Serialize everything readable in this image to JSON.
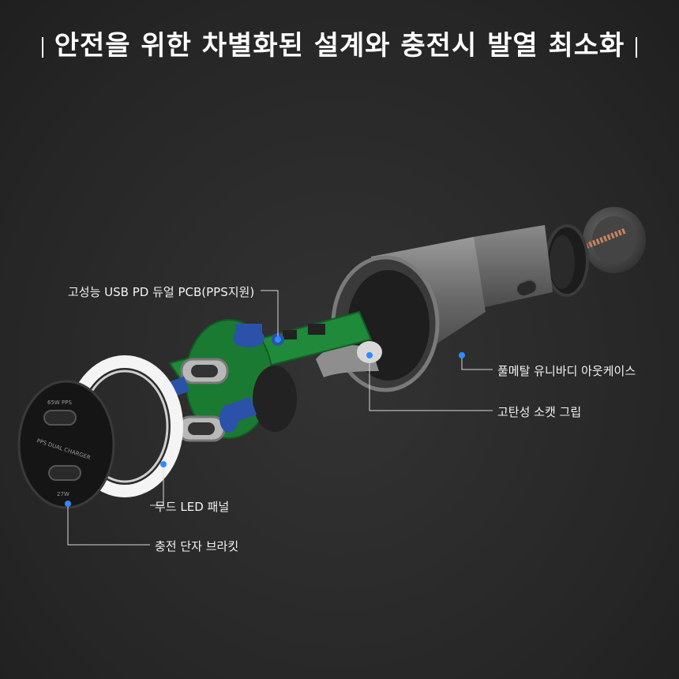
{
  "title": "안전을 위한 차별화된 설계와 충전시 발열 최소화",
  "callouts": {
    "pcb": "고성능 USB PD 듀얼 PCB(PPS지원)",
    "casing": "풀메탈 유니바디 아웃케이스",
    "grip": "고탄성 소캣 그립",
    "led_panel": "무드 LED 패널",
    "bracket": "충전 단자 브라킷"
  },
  "bracket_labels": {
    "top_port": "65W PPS",
    "middle": "PPS DUAL CHARGER",
    "bottom_port": "27W"
  },
  "colors": {
    "background": "#2a2a2a",
    "callout_line": "#2d8cff",
    "pcb_green": "#1f8a3a"
  }
}
